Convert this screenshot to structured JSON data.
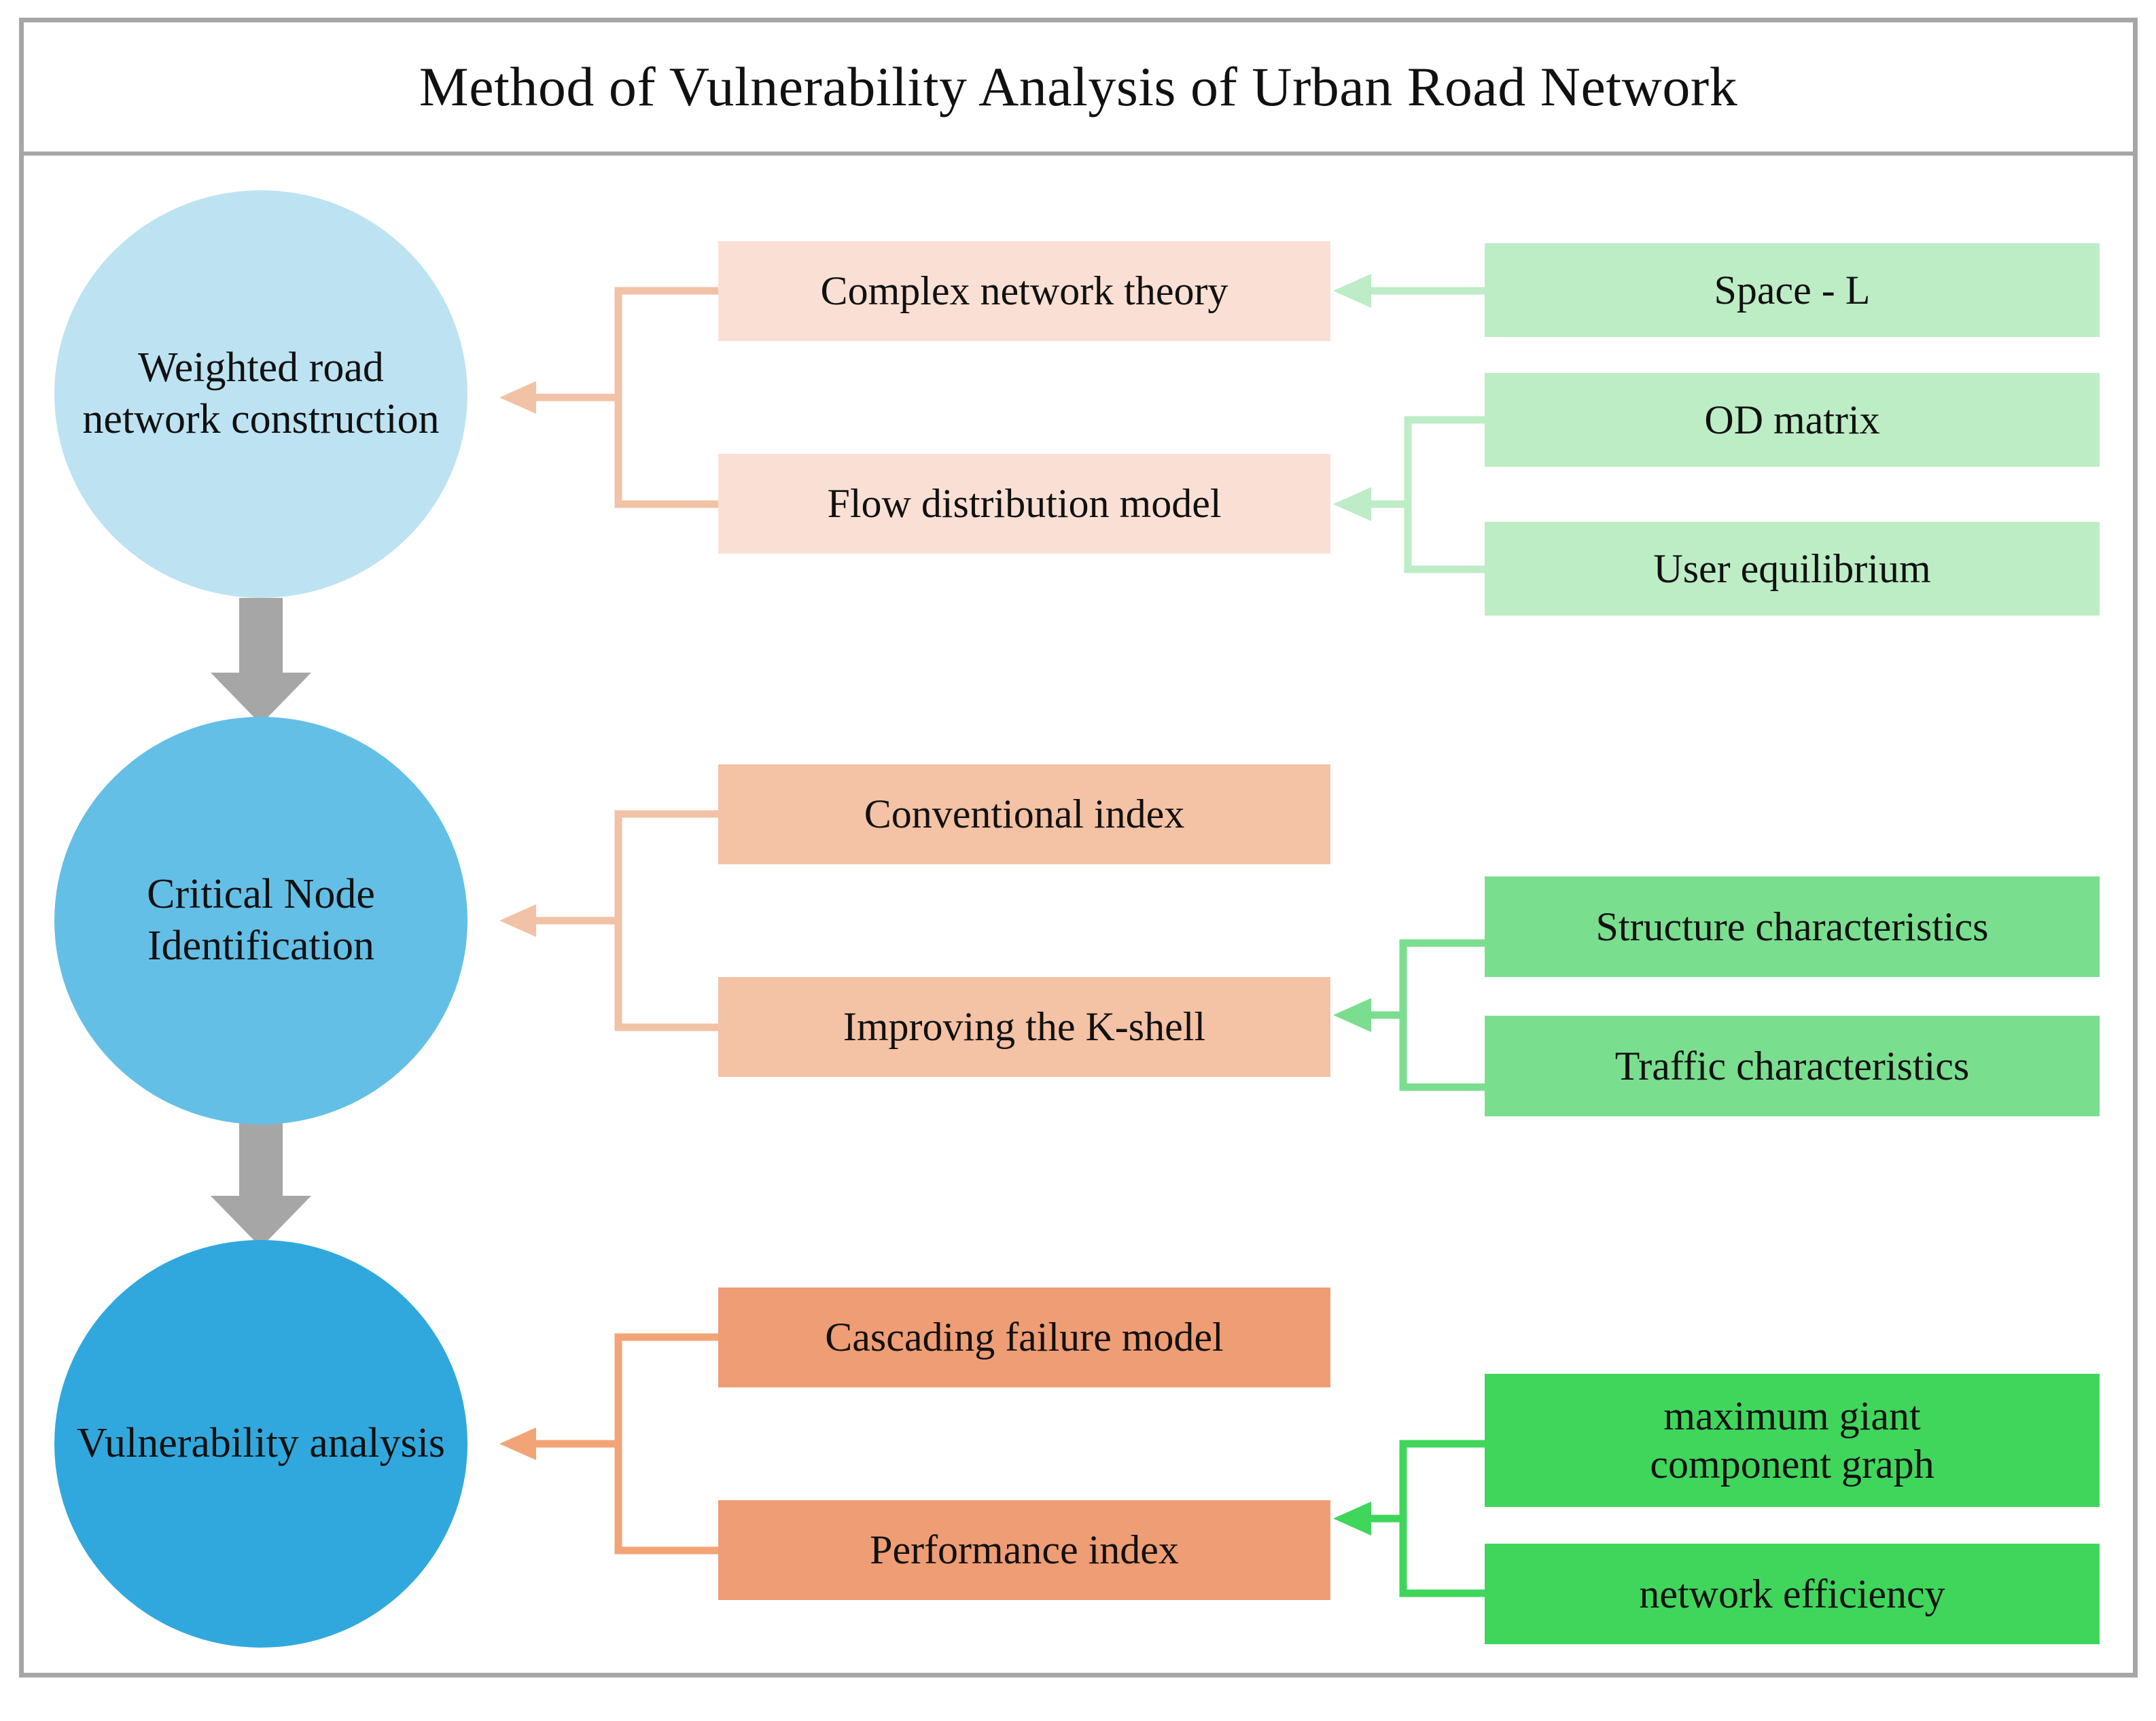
{
  "title": "Method of Vulnerability Analysis of Urban Road Network",
  "colors": {
    "frame_border": "#a6a6a6",
    "stage_arrow": "#a6a6a6",
    "circle_row1": "#bde3f2",
    "circle_row2": "#64bfe6",
    "circle_row3": "#31a8dd",
    "method_row1": "#fae0d4",
    "method_row2": "#f4c2a4",
    "method_row3": "#ef9d74",
    "detail_row1": "#bdedc5",
    "detail_row2": "#7ade8f",
    "detail_row3": "#40d65c",
    "connector_row1": "#f2c2a6",
    "connector_row2": "#f2c2a6",
    "connector_row3": "#f2a477",
    "detail_connector_row1": "#bdecc6",
    "detail_connector_row2": "#7bdd8f",
    "detail_connector_row3": "#3fd65b",
    "text": "#111111"
  },
  "rows": [
    {
      "id": "row-1",
      "stage": "Weighted road network construction",
      "methods": [
        "Complex network theory",
        "Flow distribution model"
      ],
      "details": [
        "Space - L",
        "OD matrix",
        "User equilibrium"
      ]
    },
    {
      "id": "row-2",
      "stage": "Critical Node Identification",
      "methods": [
        "Conventional index",
        "Improving the K-shell"
      ],
      "details": [
        "Structure characteristics",
        "Traffic characteristics"
      ]
    },
    {
      "id": "row-3",
      "stage": "Vulnerability analysis",
      "methods": [
        "Cascading failure model",
        "Performance index"
      ],
      "details": [
        "maximum giant component graph",
        "network efficiency"
      ]
    }
  ]
}
